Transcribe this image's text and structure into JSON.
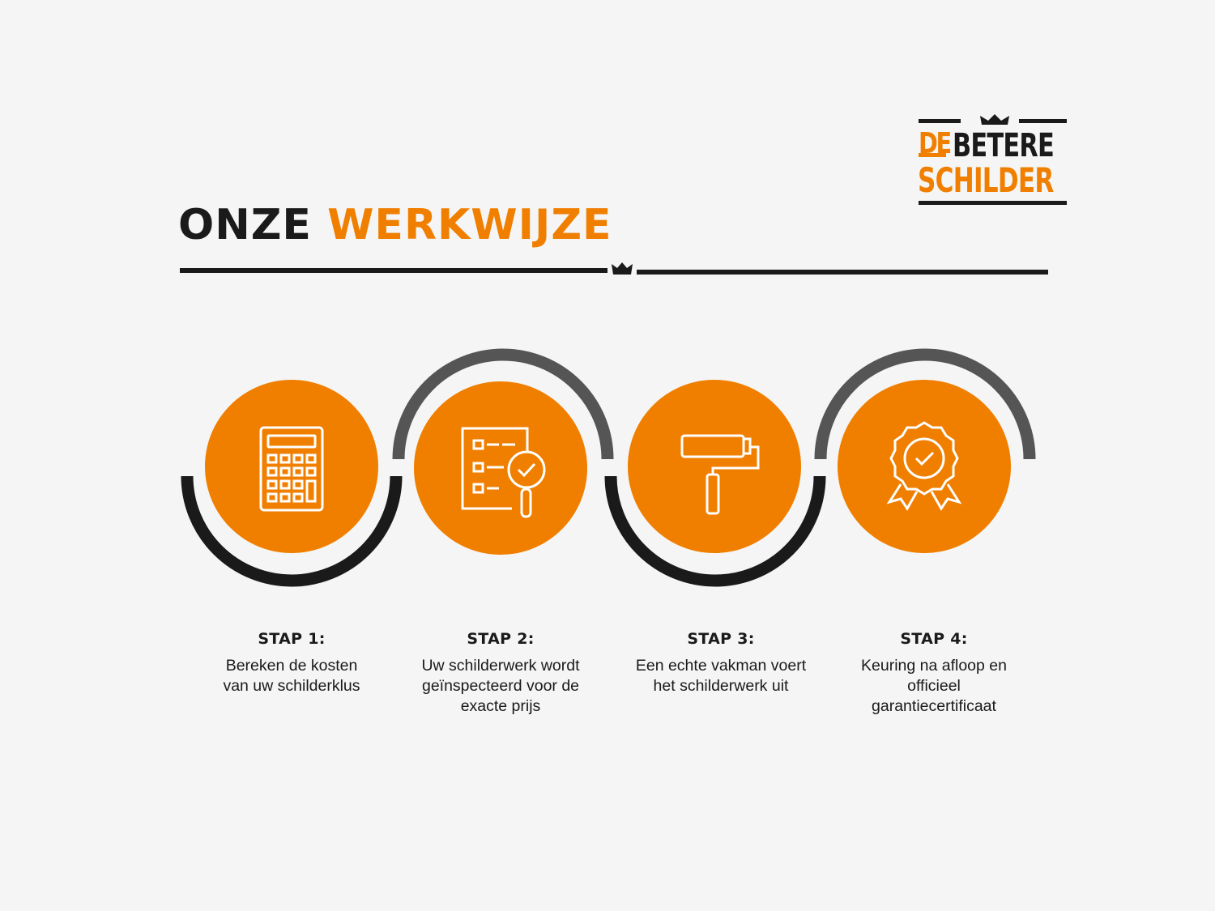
{
  "brand": {
    "logo_de": "DE",
    "logo_betere": "BETERE",
    "logo_schilder": "SCHILDER",
    "color_orange": "#f07f00",
    "color_dark": "#1a1a1a",
    "color_gray": "#555555"
  },
  "heading": {
    "part1": "ONZE",
    "part2": "WERKWIJZE"
  },
  "steps": [
    {
      "title": "STAP 1:",
      "description": "Bereken de kosten van uw schilderklus",
      "icon": "calculator-icon"
    },
    {
      "title": "STAP 2:",
      "description": "Uw schilderwerk wordt geïnspecteerd voor de exacte prijs",
      "icon": "checklist-inspection-icon"
    },
    {
      "title": "STAP 3:",
      "description": "Een echte vakman voert het schilderwerk uit",
      "icon": "paint-roller-icon"
    },
    {
      "title": "STAP 4:",
      "description": "Keuring na afloop en officieel garantiecertificaat",
      "icon": "award-badge-icon"
    }
  ]
}
